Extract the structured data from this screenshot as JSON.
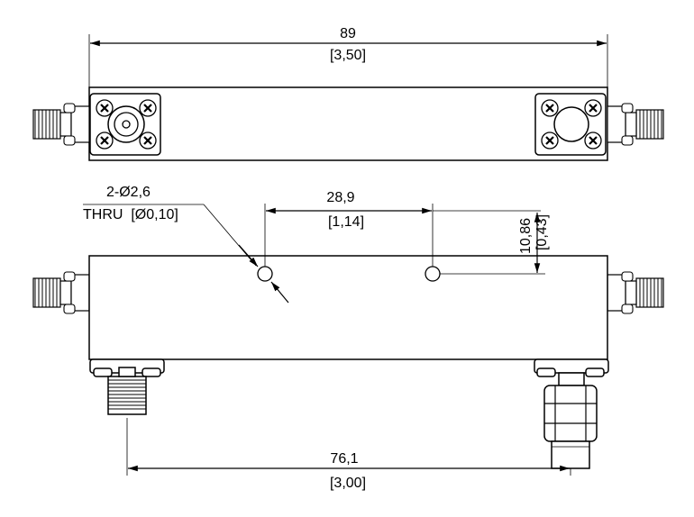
{
  "dimensions": {
    "overall_length_mm": "89",
    "overall_length_in": "[3,50]",
    "hole_callout_line1": "2-Ø2,6",
    "hole_callout_line2": "THRU  [Ø0,10]",
    "hole_spacing_mm": "28,9",
    "hole_spacing_in": "[1,14]",
    "hole_offset_mm": "10,86",
    "hole_offset_in": "[0,43]",
    "connector_spacing_mm": "76,1",
    "connector_spacing_in": "[3,00]"
  }
}
